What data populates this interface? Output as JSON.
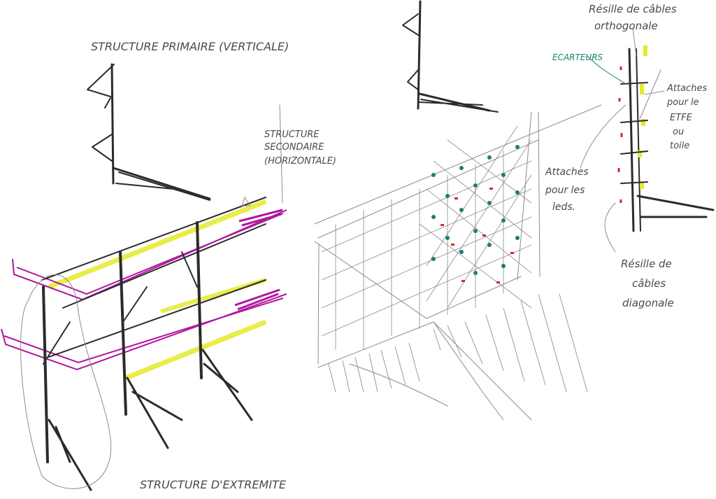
{
  "labels": {
    "primary": "STRUCTURE PRIMAIRE (VERTICALE)",
    "secondary_1": "STRUCTURE",
    "secondary_2": "SECONDAIRE",
    "secondary_3": "(HORIZONTALE)",
    "end_structure": "STRUCTURE D'EXTREMITE",
    "orthogonal_1": "Résille de câbles",
    "orthogonal_2": "orthogonale",
    "spacers": "ECARTEURS",
    "etfe_1": "Attaches",
    "etfe_2": "pour le",
    "etfe_3": "ETFE",
    "etfe_4": "ou",
    "etfe_5": "toile",
    "leds_1": "Attaches",
    "leds_2": "pour les",
    "leds_3": "leds.",
    "diagonal_1": "Résille de",
    "diagonal_2": "câbles",
    "diagonal_3": "diagonale"
  },
  "colors": {
    "pencil": "#2b2b2b",
    "yellow": "#e4ea2a",
    "magenta": "#b0169e",
    "green": "#17806f",
    "red": "#d12a2a"
  }
}
